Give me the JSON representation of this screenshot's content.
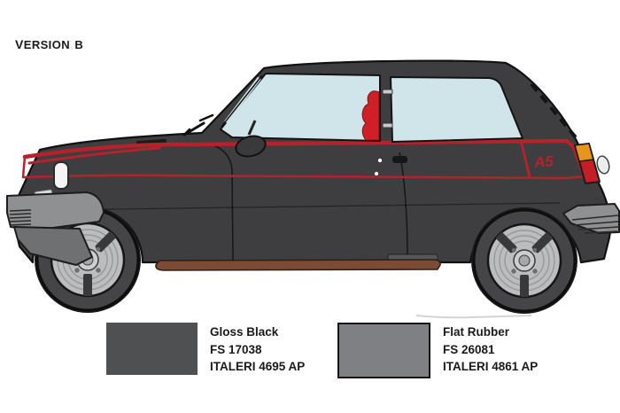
{
  "page": {
    "title": "Version B"
  },
  "illustration": {
    "name": "car-side-view",
    "description": "Renault 5 Alpine left side profile, gloss black body with red twin stripes, red interior seat, amber-red taillight, gray bumpers and steel wheels",
    "logo_text": "A5"
  },
  "colors": {
    "bg": "#ffffff",
    "text": "#1a1a1a",
    "body": "#3e3e40",
    "outline": "#111111",
    "glass": "#cfe5e9",
    "stripe": "#b5222b",
    "seat_red": "#cf2028",
    "taillight_red": "#c41e26",
    "taillight_orange": "#e8941f",
    "bumper_gray": "#8f9092",
    "bumper_dark": "#6f7072",
    "tire": "#454547",
    "rim": "#bcbdbf",
    "spoke": "#39393b",
    "sill_brown": "#7d4a33",
    "headlight": "#f4f6f6"
  },
  "legend": {
    "items": [
      {
        "name": "Gloss Black",
        "fs_code": "FS 17038",
        "brand_code": "ITALERI 4695 AP",
        "swatch": "#4f5052"
      },
      {
        "name": "Flat Rubber",
        "fs_code": "FS 26081",
        "brand_code": "ITALERI 4861 AP",
        "swatch": "#7e8083"
      }
    ]
  }
}
